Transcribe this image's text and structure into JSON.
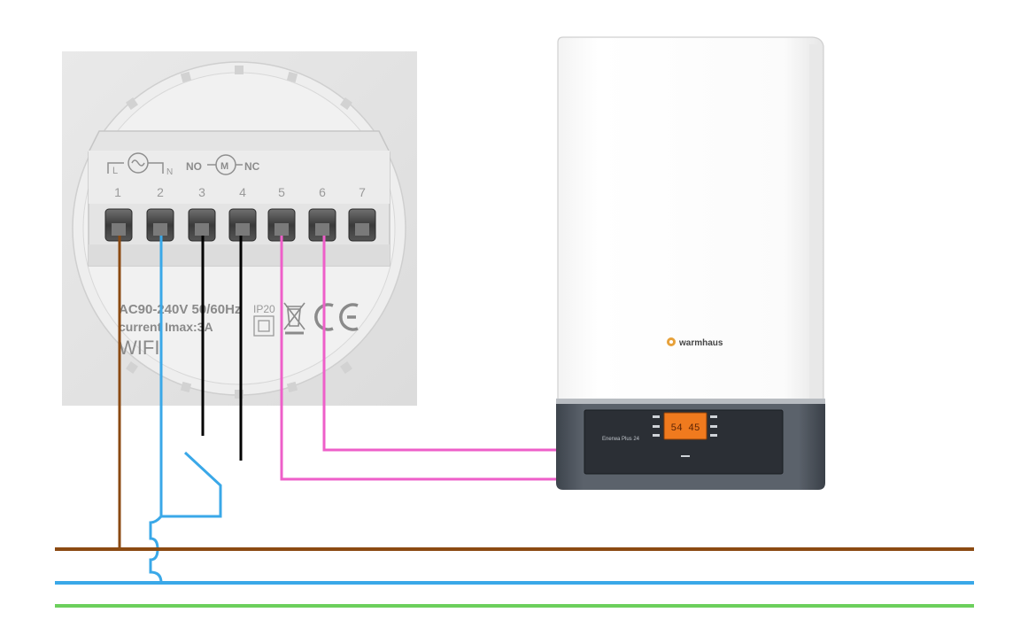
{
  "thermostat": {
    "terminal_numbers": [
      "1",
      "2",
      "3",
      "4",
      "5",
      "6",
      "7"
    ],
    "symbol_labels": {
      "l": "L",
      "n": "N",
      "no": "NO",
      "nc": "NC",
      "motor": "M"
    },
    "voltage_text": "AC90-240V 50/60Hz",
    "current_text": "current Imax:3A",
    "wifi_text": "WIFI",
    "ip_rating": "IP20",
    "ce_mark": "CE"
  },
  "boiler": {
    "brand": "warmhaus",
    "model": "Enerwa Plus 24",
    "display_value": "54 45"
  },
  "wire_colors": {
    "brown": "#8b4a12",
    "blue": "#3aa8e8",
    "black": "#000000",
    "pink": "#ee5fc9",
    "green": "#6ccf5c"
  }
}
